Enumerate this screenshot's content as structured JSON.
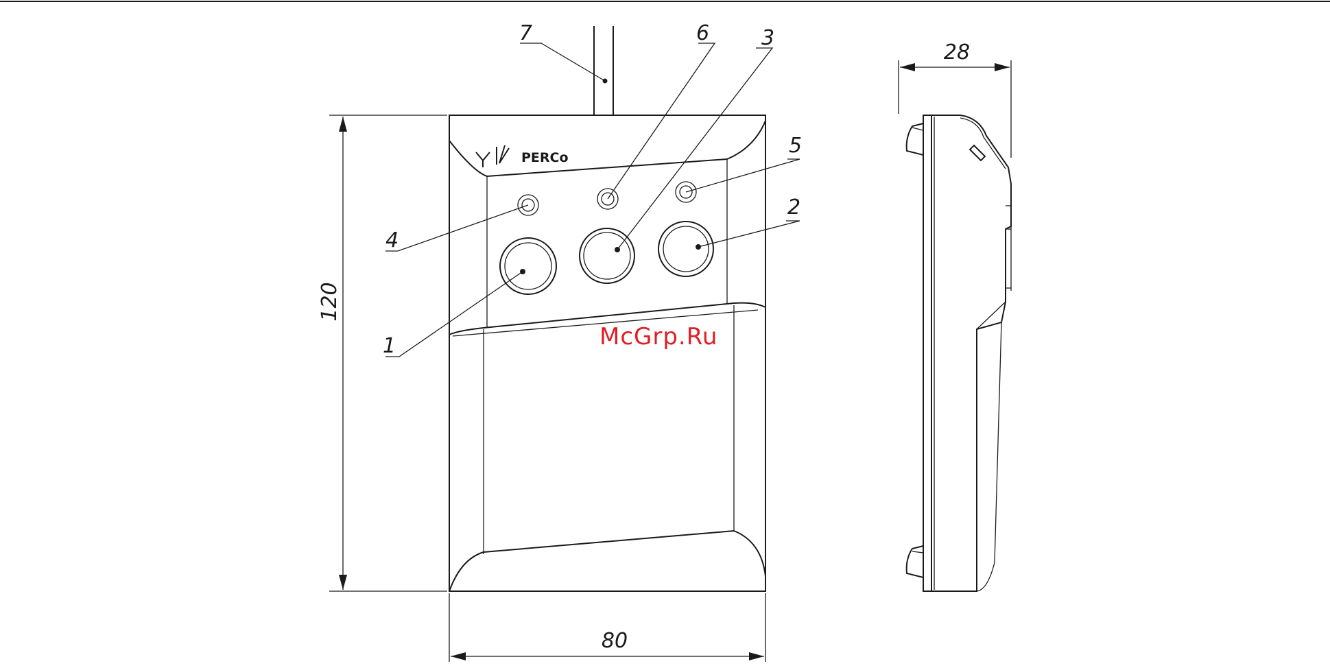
{
  "brand": {
    "name": "PERCo"
  },
  "watermark": {
    "text": "McGrp.Ru"
  },
  "dimensions": {
    "width": "80",
    "height": "120",
    "depth": "28"
  },
  "callouts": {
    "button_1": "1",
    "button_2": "2",
    "button_3": "3",
    "led_4": "4",
    "led_5": "5",
    "led_6": "6",
    "cable_7": "7"
  },
  "colors": {
    "line": "#1a1a1a",
    "watermark": "#e01e24",
    "background": "#ffffff"
  }
}
